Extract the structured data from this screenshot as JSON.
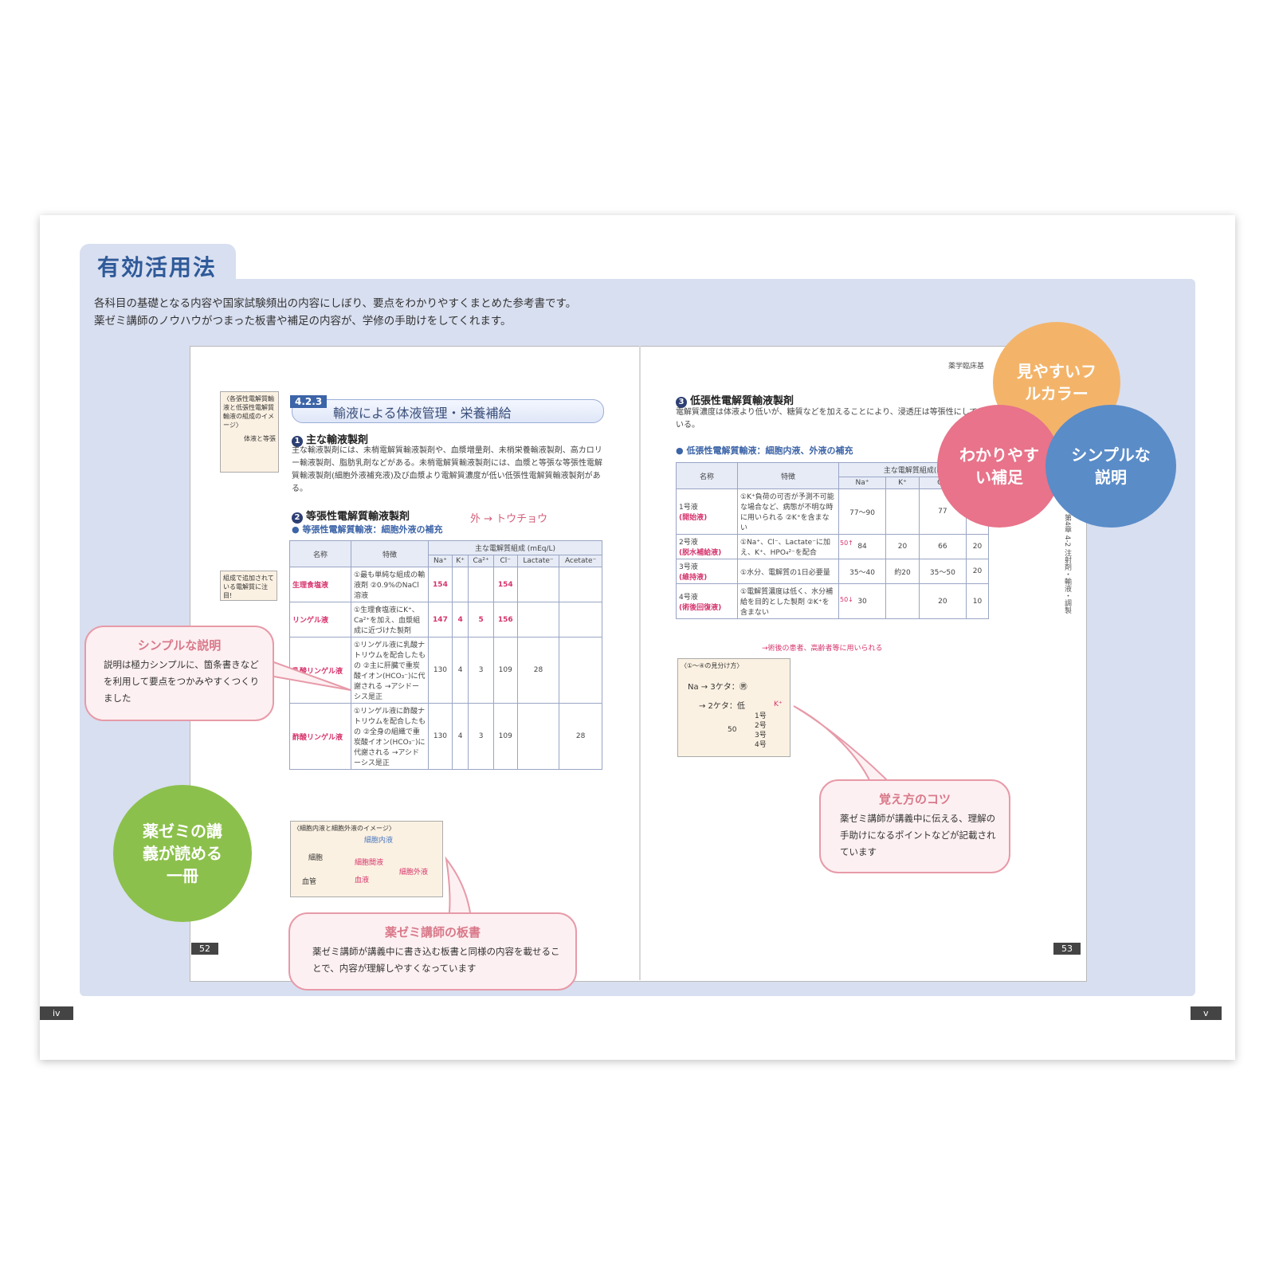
{
  "header": {
    "title": "有効活用法",
    "intro_line1": "各科目の基礎となる内容や国家試験頻出の内容にしぼり、要点をわかりやすくまとめた参考書です。",
    "intro_line2": "薬ゼミ講師のノウハウがつまった板書や補足の内容が、学修の手助けをしてくれます。"
  },
  "left_page": {
    "section_number": "4.2.3",
    "section_title": "輸液による体液管理・栄養補給",
    "h1": "主な輸液製剤",
    "h1_num": "1",
    "h1_text": "主な輸液製剤には、未梢電解質輸液製剤や、血漿増量剤、未梢栄養輸液製剤、高カロリー輸液製剤、脂肪乳剤などがある。未梢電解質輸液製剤には、血漿と等張な等張性電解質輸液製剤(細胞外液補充液)及び血漿より電解質濃度が低い低張性電解質輸液製剤がある。",
    "h2": "等張性電解質輸液製剤",
    "h2_num": "2",
    "h2_sub": "等張性電解質輸液：細胞外液の補充",
    "handwrite_gai": "外 → トウチョウ",
    "note_top": "〈各張性電解質輸液と低張性電解質輸液の組成のイメージ〉",
    "note_top_a": "体液と等張",
    "note_small": "組成で追加されている電解質に注目!",
    "note_bottom_title": "〈細胞内液と細胞外液のイメージ〉",
    "note_bottom_items": [
      "細胞内液",
      "細胞間液",
      "血液",
      "細胞外液",
      "細胞",
      "血管"
    ],
    "table": {
      "headers": [
        "名称",
        "特徴",
        "主な電解質組成 (mEq/L)"
      ],
      "subheaders": [
        "Na⁺",
        "K⁺",
        "Ca²⁺",
        "Cl⁻",
        "Lactate⁻",
        "Acetate⁻"
      ],
      "rows": [
        {
          "name": "生理食塩液",
          "feature": "①最も単純な組成の輸液剤 ②0.9%のNaCl溶液",
          "vals": [
            "154",
            "",
            "",
            "154",
            "",
            ""
          ]
        },
        {
          "name": "リンゲル液",
          "feature": "①生理食塩液にK⁺、Ca²⁺を加え、血漿組成に近づけた製剤",
          "vals": [
            "147",
            "4",
            "5",
            "156",
            "",
            ""
          ]
        },
        {
          "name": "乳酸リンゲル液",
          "feature": "①リンゲル液に乳酸ナトリウムを配合したもの ②主に肝臓で重炭酸イオン(HCO₃⁻)に代謝される →アシドーシス是正",
          "vals": [
            "130",
            "4",
            "3",
            "109",
            "28",
            ""
          ]
        },
        {
          "name": "酢酸リンゲル液",
          "feature": "①リンゲル液に酢酸ナトリウムを配合したもの ②全身の組織で重炭酸イオン(HCO₃⁻)に代謝される →アシドーシス是正",
          "vals": [
            "130",
            "4",
            "3",
            "109",
            "",
            "28"
          ]
        }
      ]
    },
    "page_number": "52"
  },
  "right_page": {
    "running_head": "薬学臨床基",
    "h3_num": "3",
    "h3": "低張性電解質輸液製剤",
    "h3_text": "電解質濃度は体液より低いが、糖質などを加えることにより、浸透圧は等張性にしている。",
    "h3_sub": "低張性電解質輸液：細胞内液、外液の補充",
    "table": {
      "headers": [
        "名称",
        "特徴",
        "主な電解質組成(m"
      ],
      "subheaders": [
        "Na⁺",
        "K⁺",
        "Cl⁻",
        ""
      ],
      "rows": [
        {
          "name": "1号液",
          "alias": "(開始液)",
          "feature": "①K⁺負荷の可否が予測不可能な場合など、病態が不明な時に用いられる ②K⁺を含まない",
          "vals": [
            "77〜90",
            "",
            "77",
            ""
          ]
        },
        {
          "name": "2号液",
          "alias": "(脱水補給液)",
          "feature": "①Na⁺、Cl⁻、Lactate⁻に加え、K⁺、HPO₄²⁻を配合",
          "vals": [
            "84",
            "20",
            "66",
            "20"
          ]
        },
        {
          "name": "3号液",
          "alias": "(維持液)",
          "feature": "①水分、電解質の1日必要量",
          "vals": [
            "35〜40",
            "約20",
            "35〜50",
            "20"
          ]
        },
        {
          "name": "4号液",
          "alias": "(術後回復液)",
          "feature": "①電解質濃度は低く、水分補給を目的とした製剤 ②K⁺を含まない",
          "vals": [
            "30",
            "",
            "20",
            "10"
          ]
        }
      ]
    },
    "annot_50up": "50↑",
    "annot_50down": "50↓",
    "annot_post": "→術後の患者、高齢者等に用いられる",
    "note_title": "〈①〜④の見分け方〉",
    "note_lines": [
      "Na → 3ケタ：㊚",
      "→ 2ケタ：低",
      "1号",
      "2号",
      "3号",
      "4号",
      "50",
      "K⁺"
    ],
    "side_label": "第4章 4-2 注射剤・輸液・調製",
    "page_number": "53"
  },
  "callouts": {
    "simple_title": "シンプルな説明",
    "simple_text": "説明は極力シンプルに、箇条書きなどを利用して要点をつかみやすくつくりました",
    "board_title": "薬ゼミ講師の板書",
    "board_text": "薬ゼミ講師が講義中に書き込む板書と同様の内容を載せることで、内容が理解しやすくなっています",
    "tips_title": "覚え方のコツ",
    "tips_text": "薬ゼミ講師が講義中に伝える、理解の手助けになるポイントなどが記載されています"
  },
  "circles": {
    "green": "薬ゼミの講義が読める一冊",
    "orange": "見やすいフルカラー",
    "pink": "わかりやすい補足",
    "blue": "シンプルな説明",
    "green_color": "#8cc04c",
    "orange_color": "#f3b46a",
    "pink_color": "#e8738a",
    "blue_color": "#5a8cc8"
  },
  "footer": {
    "left_badge": "iv",
    "right_badge": "v"
  }
}
